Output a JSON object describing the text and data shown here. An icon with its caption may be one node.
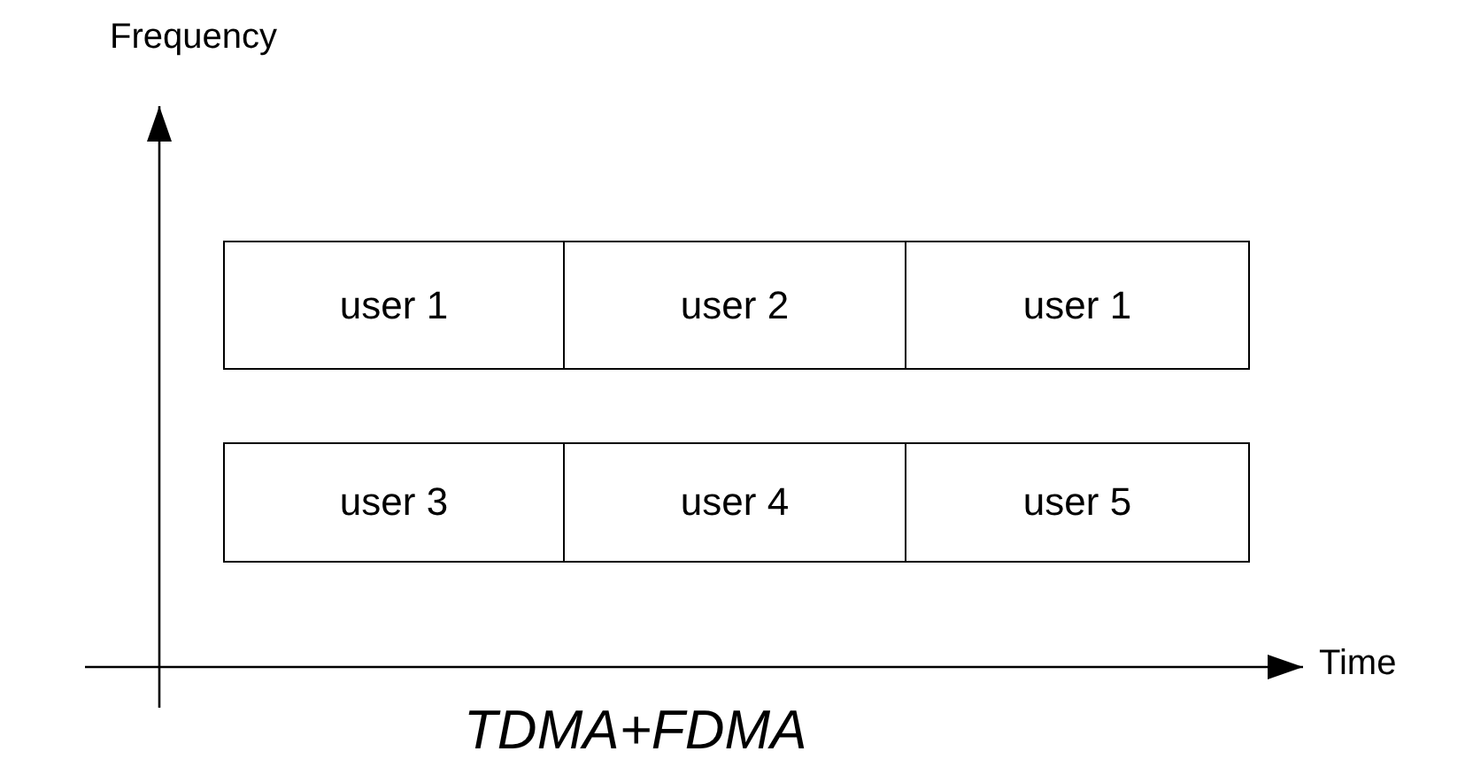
{
  "diagram": {
    "caption": "TDMA+FDMA",
    "nodes": [
      {
        "text": [
          "user 1"
        ]
      },
      {
        "text": [
          "user 2"
        ]
      },
      {
        "text": [
          "user 1"
        ]
      },
      {
        "text": [
          "user 3"
        ]
      },
      {
        "text": [
          "user 4"
        ]
      },
      {
        "text": [
          "user 5"
        ]
      }
    ],
    "labels": [
      "Frequency",
      "Time"
    ]
  }
}
